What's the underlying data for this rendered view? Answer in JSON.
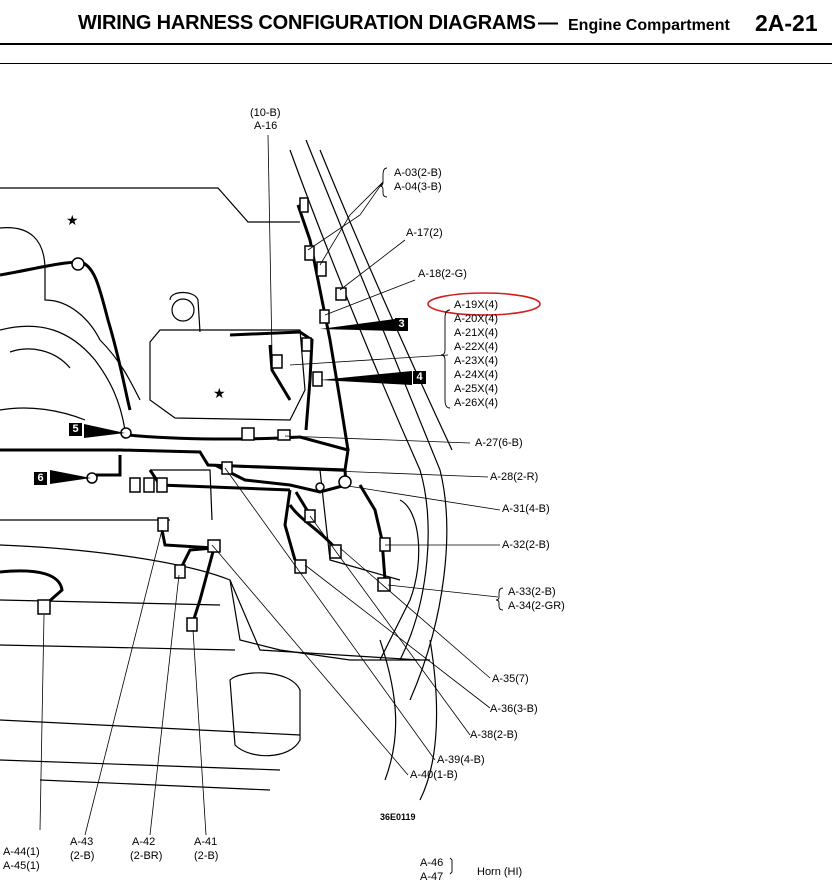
{
  "header": {
    "title": "WIRING HARNESS CONFIGURATION DIAGRAMS",
    "dash": "—",
    "subtitle": "Engine Compartment",
    "page_number": "2A-21"
  },
  "figure_code": "36E0119",
  "markers": {
    "box_3": "3",
    "box_4": "4",
    "box_5": "5",
    "box_6": "6",
    "star": "★"
  },
  "labels": {
    "a16_top": "(10-B)",
    "a16": "A-16",
    "a03": "A-03(2-B)",
    "a04": "A-04(3-B)",
    "a17": "A-17(2)",
    "a18": "A-18(2-G)",
    "a19": "A-19X(4)",
    "a20": "A-20X(4)",
    "a21": "A-21X(4)",
    "a22": "A-22X(4)",
    "a23": "A-23X(4)",
    "a24": "A-24X(4)",
    "a25": "A-25X(4)",
    "a26": "A-26X(4)",
    "a27": "A-27(6-B)",
    "a28": "A-28(2-R)",
    "a31": "A-31(4-B)",
    "a32": "A-32(2-B)",
    "a33": "A-33(2-B)",
    "a34": "A-34(2-GR)",
    "a35": "A-35(7)",
    "a36": "A-36(3-B)",
    "a38": "A-38(2-B)",
    "a39": "A-39(4-B)",
    "a40": "A-40(1-B)",
    "a41": "A-41",
    "a41_sub": "(2-B)",
    "a42": "A-42",
    "a42_sub": "(2-BR)",
    "a43": "A-43",
    "a43_sub": "(2-B)",
    "a44": "A-44(1)",
    "a45": "A-45(1)",
    "a46": "A-46",
    "a47": "A-47",
    "horn": "Horn (HI)"
  },
  "highlight_color": "#d21f1f"
}
